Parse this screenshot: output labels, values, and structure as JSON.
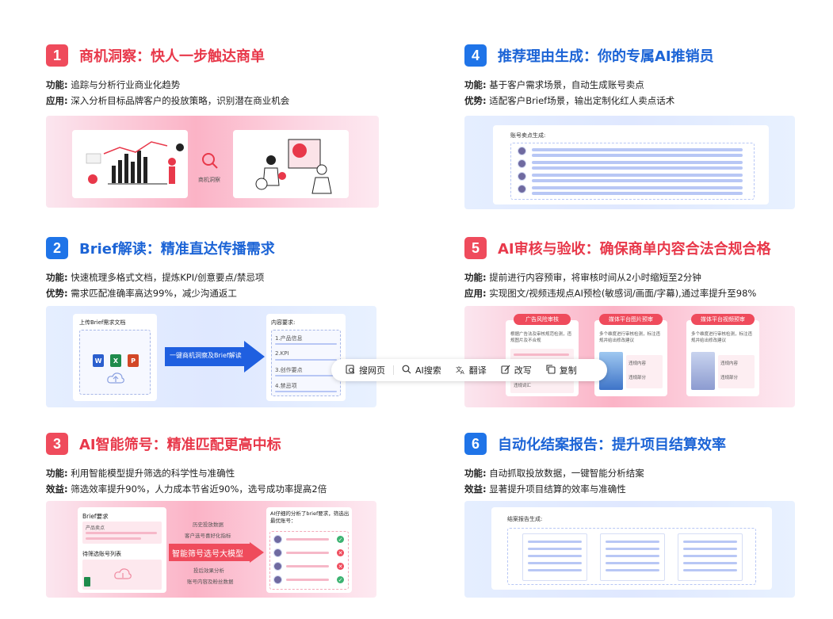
{
  "sections": [
    {
      "num": "1",
      "title": "商机洞察：快人一步触达商单",
      "line1_label": "功能:",
      "line1_text": "追踪与分析行业商业化趋势",
      "line2_label": "应用:",
      "line2_text": "深入分析目标品牌客户的投放策略，识别潜在商业机会",
      "banner": {
        "center_label": "商机洞察"
      }
    },
    {
      "num": "2",
      "title": "Brief解读：精准直达传播需求",
      "line1_label": "功能:",
      "line1_text": "快速梳理多格式文档，提炼KPI/创意要点/禁忌项",
      "line2_label": "优势:",
      "line2_text": "需求匹配准确率高达99%，减少沟通返工",
      "banner": {
        "upload_label": "上传Brief需求文档",
        "arrow_label": "一键商机洞察及Brief解读",
        "req_label": "内容要求:",
        "req_items": [
          "1.产品信息",
          "2.KPI",
          "3.创作要点",
          "4.禁忌项"
        ],
        "doc_icons": [
          "W",
          "X",
          "P"
        ]
      }
    },
    {
      "num": "3",
      "title": "AI智能筛号：精准匹配更高中标",
      "line1_label": "功能:",
      "line1_text": "利用智能模型提升筛选的科学性与准确性",
      "line2_label": "效益:",
      "line2_text": "筛选效率提升90%，人力成本节省近90%，选号成功率提高2倍",
      "banner": {
        "brief_label": "Brief要求",
        "brief_sub": "产品卖点",
        "pending_label": "待筛选账号列表",
        "inputs": [
          "历史投放数据",
          "客户选号喜好化指标"
        ],
        "outputs": [
          "投后效果分析",
          "账号内容及粉丝数据"
        ],
        "model_label": "智能筛号选号大模型",
        "result_label": "AI仔细的分析了brief要求，筛选出最优账号："
      }
    },
    {
      "num": "4",
      "title": "推荐理由生成：你的专属AI推销员",
      "line1_label": "功能:",
      "line1_text": "基于客户需求场景，自动生成账号卖点",
      "line2_label": "优势:",
      "line2_text": "适配客户Brief场景，输出定制化红人卖点话术",
      "banner": {
        "panel_label": "账号卖点生成:"
      }
    },
    {
      "num": "5",
      "title": "AI审核与验收：确保商单内容合法合规合格",
      "line1_label": "功能:",
      "line1_text": "提前进行内容预审，将审核时间从2小时缩短至2分钟",
      "line2_label": "应用:",
      "line2_text": "实现图文/视频违规点AI预检(敏感词/画面/字幕),通过率提升至98%",
      "banner": {
        "cards": [
          "广告风险审核",
          "媒体平台图片预审",
          "媒体平台视频预审"
        ],
        "card1_text": "根据广告法及审核规范检测，违规图片及不合规",
        "card1_tag": "违规词汇",
        "card23_text": "多个维度进行审核检测，标注违规并给出修改建议",
        "card23_tags": [
          "违规内容",
          "违规部分"
        ]
      }
    },
    {
      "num": "6",
      "title": "自动化结案报告：提升项目结算效率",
      "line1_label": "功能:",
      "line1_text": "自动抓取投放数据，一键智能分析结案",
      "line2_label": "效益:",
      "line2_text": "显著提升项目结算的效率与准确性",
      "banner": {
        "panel_label": "结案报告生成:"
      }
    }
  ],
  "toolbar": {
    "search_page": "搜网页",
    "ai_search": "AI搜索",
    "translate": "翻译",
    "rewrite": "改写",
    "copy": "复制"
  },
  "colors": {
    "red": "#ef4b5c",
    "blue": "#1f74e8"
  }
}
